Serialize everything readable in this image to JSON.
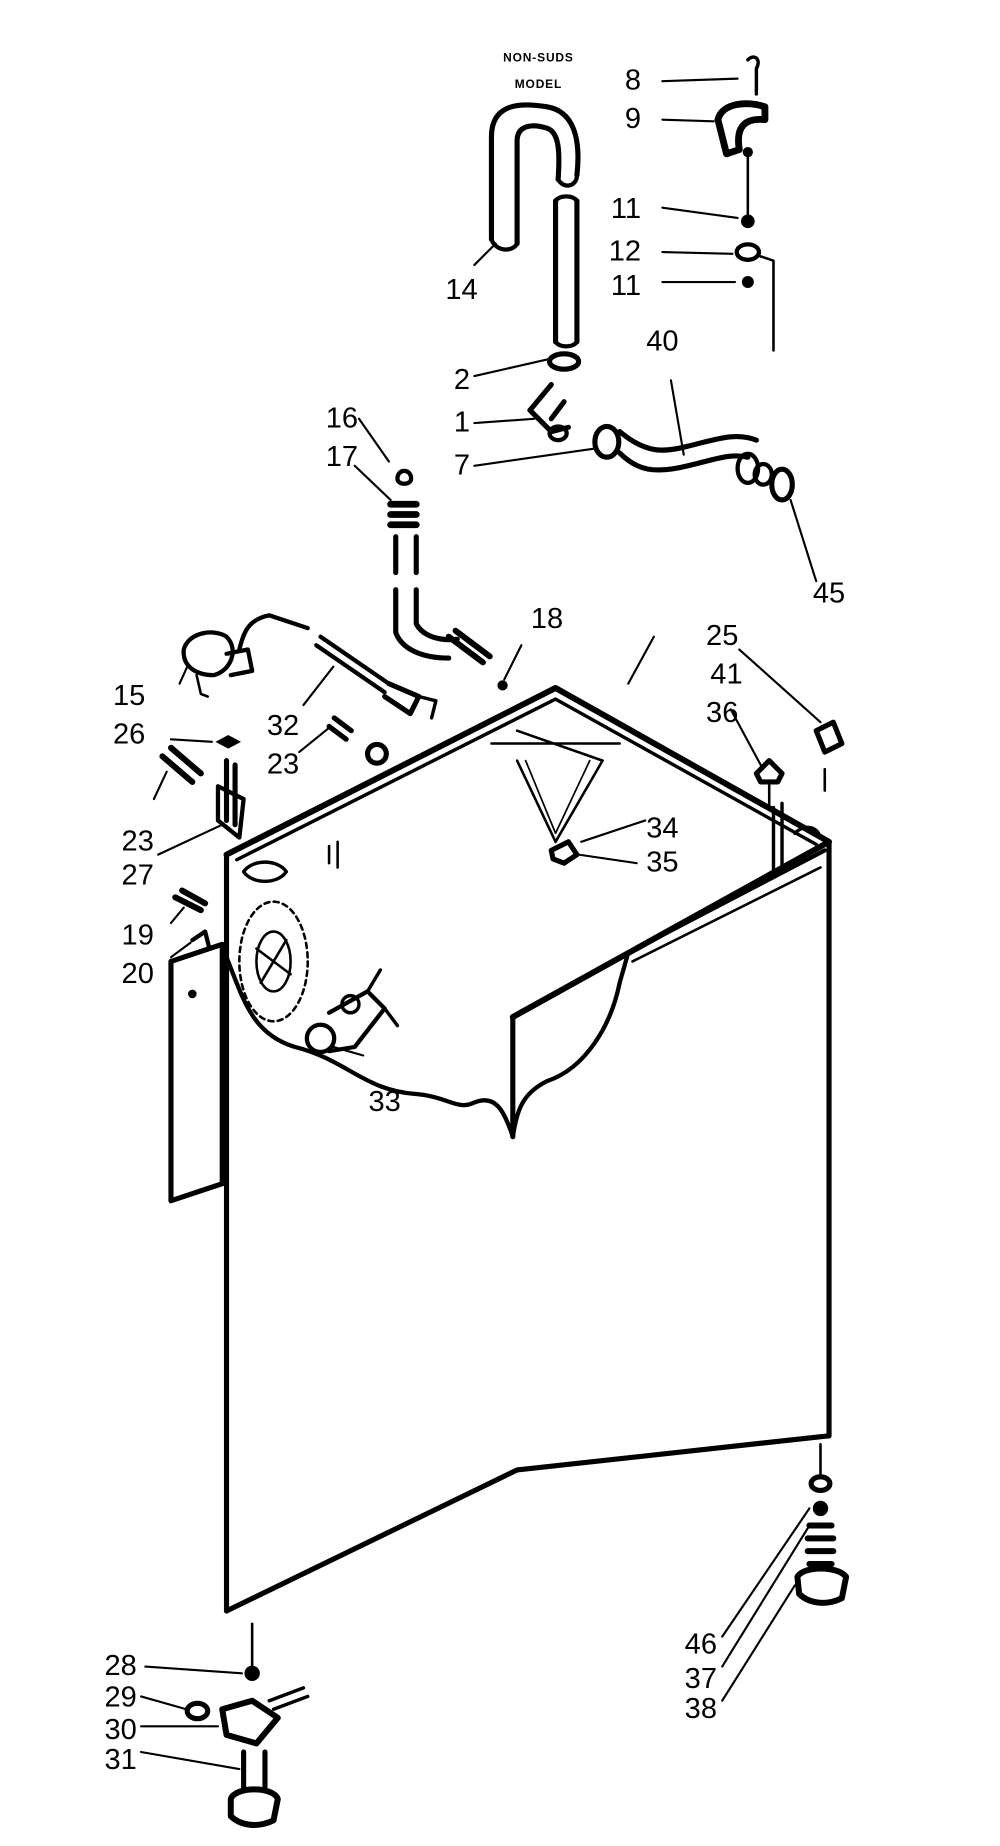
{
  "caption": [
    "NON-SUDS",
    "MODEL"
  ],
  "part_numbers": [
    "1",
    "2",
    "7",
    "8",
    "9",
    "11",
    "11",
    "12",
    "14",
    "15",
    "16",
    "17",
    "18",
    "19",
    "20",
    "23",
    "23",
    "25",
    "26",
    "27",
    "28",
    "29",
    "30",
    "31",
    "32",
    "33",
    "34",
    "35",
    "36",
    "37",
    "38",
    "40",
    "41",
    "45",
    "46"
  ]
}
